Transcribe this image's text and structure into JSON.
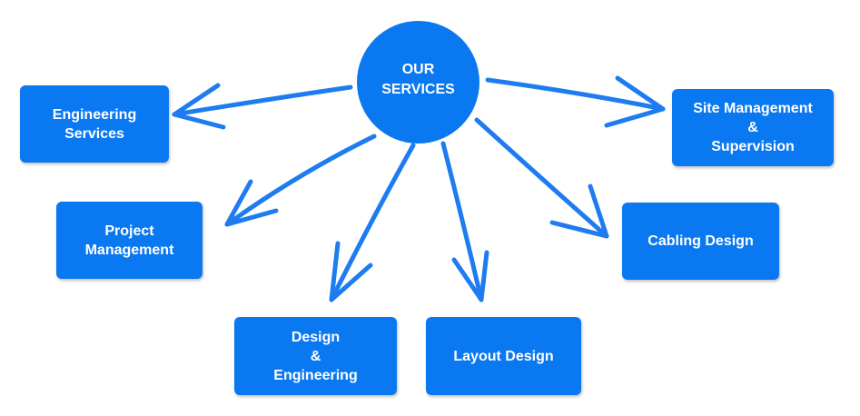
{
  "colors": {
    "primary": "#0a78f0",
    "arrow": "#1e7cf0"
  },
  "hub": {
    "label": "OUR\nSERVICES"
  },
  "services": [
    {
      "label": "Engineering\nServices"
    },
    {
      "label": "Project\nManagement"
    },
    {
      "label": "Design\n&\nEngineering"
    },
    {
      "label": "Layout Design"
    },
    {
      "label": "Cabling Design"
    },
    {
      "label": "Site Management\n&\nSupervision"
    }
  ]
}
